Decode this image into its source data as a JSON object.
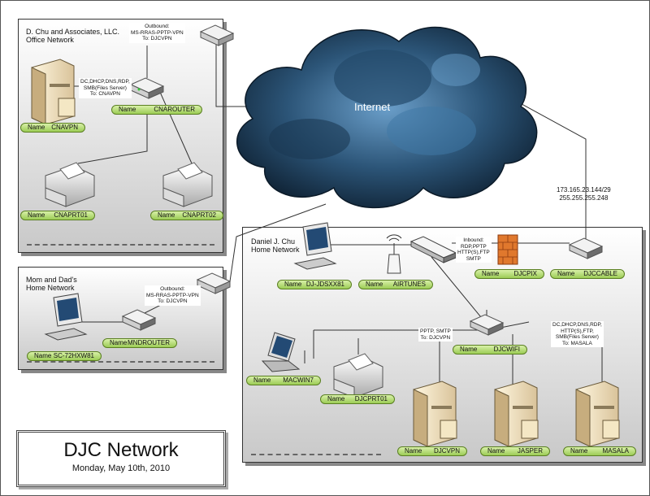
{
  "office": {
    "title": "D. Chu and Associates, LLC.\nOffice Network"
  },
  "parents": {
    "title": "Mom and Dad's\nHome Network"
  },
  "home": {
    "title": "Daniel J. Chu\nHome Network"
  },
  "internet": {
    "label": "Internet",
    "ip": "173.165.23.144/29\n255.255.255.248"
  },
  "notes": {
    "office_vpn": "Outbound:\nMS-RRAS-PPTP-VPN\nTo: DJCVPN",
    "cnavpn_services": "DC,DHCP,DNS,RDP,\nSMB(Files Server)\nTo: CNAVPN",
    "parents_vpn": "Outbound:\nMS-RRAS-PPTP-VPN\nTo: DJCVPN",
    "djcpix_inbound": "Inbound:\nRDP,PPTP\nHTTP(S),FTP\nSMTP",
    "djcvpn_fwd": "PPTP, SMTP\nTo: DJCVPN",
    "masala_services": "DC,DHCP,DNS,RDP,\nHTTP(S),FTP,\nSMB(Files Server)\nTo: MASALA"
  },
  "devices": [
    {
      "id": "cnavpn",
      "key": "Name",
      "name": "CNAVPN"
    },
    {
      "id": "cnarouter",
      "key": "Name",
      "name": "CNAROUTER"
    },
    {
      "id": "cnaprt01",
      "key": "Name",
      "name": "CNAPRT01"
    },
    {
      "id": "cnaprt02",
      "key": "Name",
      "name": "CNAPRT02"
    },
    {
      "id": "sc72",
      "key": "Name",
      "name": "SC-72HXW81"
    },
    {
      "id": "mndrouter",
      "key": "Name",
      "name": "MNDROUTER"
    },
    {
      "id": "djjds",
      "key": "Name",
      "name": "DJ-JDSXX81"
    },
    {
      "id": "airtunes",
      "key": "Name",
      "name": "AIRTUNES"
    },
    {
      "id": "djcpix",
      "key": "Name",
      "name": "DJCPIX"
    },
    {
      "id": "djccable",
      "key": "Name",
      "name": "DJCCABLE"
    },
    {
      "id": "macwin7",
      "key": "Name",
      "name": "MACWIN7"
    },
    {
      "id": "djcwifi",
      "key": "Name",
      "name": "DJCWIFI"
    },
    {
      "id": "djcprt01",
      "key": "Name",
      "name": "DJCPRT01"
    },
    {
      "id": "djcvpn",
      "key": "Name",
      "name": "DJCVPN"
    },
    {
      "id": "jasper",
      "key": "Name",
      "name": "JASPER"
    },
    {
      "id": "masala",
      "key": "Name",
      "name": "MASALA"
    }
  ],
  "legend": {
    "title": "DJC Network",
    "date": "Monday, May 10th, 2010"
  }
}
